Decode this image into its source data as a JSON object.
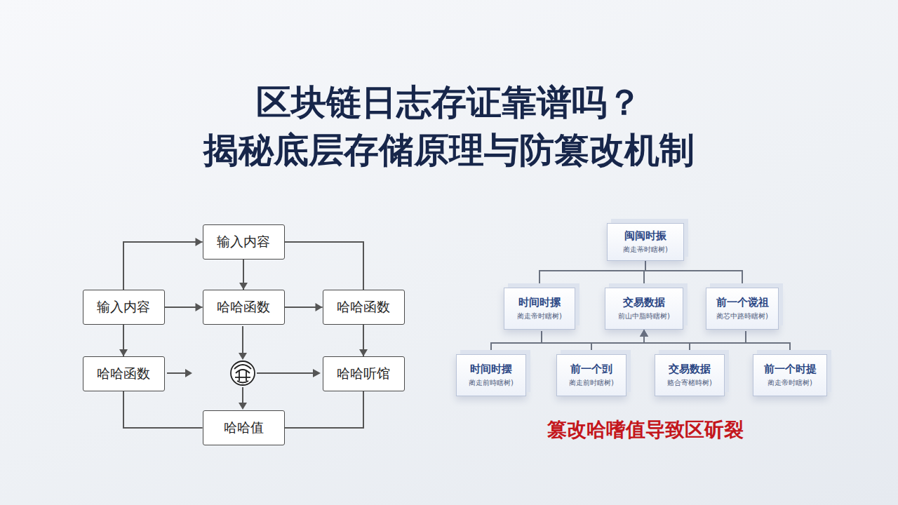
{
  "diagram": {
    "title": "区块链日志存证靠谱吗？ 揭秘底层存储原理与防篡改机制",
    "nodes": [
      {
        "text": [
          "输入内容"
        ]
      },
      {
        "text": [
          "输入内容"
        ]
      },
      {
        "text": [
          "哈哈函数"
        ]
      },
      {
        "text": [
          "哈哈函数"
        ]
      },
      {
        "text": [
          "哈哈函数"
        ]
      },
      {
        "text": [
          "哈哈听馆"
        ]
      },
      {
        "text": [
          "哈哈值"
        ]
      },
      {
        "text": [
          "闽闽时振",
          "蔺走蒂时瞎树)"
        ]
      },
      {
        "text": [
          "时间时摞",
          "蔺走帝时瞎树)"
        ]
      },
      {
        "text": [
          "交易数据",
          "前山中脂時瞎树)"
        ]
      },
      {
        "text": [
          "前一个谠祖",
          "蔺芯中路時瞎树)"
        ]
      },
      {
        "text": [
          "时间时摆",
          "蔺走前時瞎树)"
        ]
      },
      {
        "text": [
          "前一个剅",
          "蔺走前时瞎树)"
        ]
      },
      {
        "text": [
          "交易数据",
          "赂合寄楮時树)"
        ]
      },
      {
        "text": [
          "前一个时提",
          "蔺走帝时瞎树)"
        ]
      }
    ],
    "edges": [
      {
        "from": 1,
        "to": 0,
        "arrow": "to"
      },
      {
        "from": 0,
        "to": 3,
        "arrow": "none"
      },
      {
        "from": 0,
        "to": 2,
        "arrow": "to"
      },
      {
        "from": 1,
        "to": 2,
        "arrow": "to"
      },
      {
        "from": 2,
        "to": 3,
        "arrow": "to"
      },
      {
        "from": 1,
        "to": 4,
        "arrow": "to"
      },
      {
        "from": 3,
        "to": 5,
        "arrow": "to"
      },
      {
        "from": 4,
        "to": 6,
        "arrow": "none"
      },
      {
        "from": 5,
        "to": 6,
        "arrow": "none"
      },
      {
        "from": 7,
        "to": 8,
        "arrow": "none"
      },
      {
        "from": 7,
        "to": 9,
        "arrow": "none"
      },
      {
        "from": 7,
        "to": 10,
        "arrow": "none"
      },
      {
        "from": 11,
        "to": 9,
        "arrow": "to"
      },
      {
        "from": 12,
        "to": 9,
        "arrow": "to"
      },
      {
        "from": 13,
        "to": 9,
        "arrow": "to"
      },
      {
        "from": 14,
        "to": 9,
        "arrow": "to"
      }
    ],
    "labels": [
      "篡改哈嗜值导致区斫裂"
    ]
  }
}
